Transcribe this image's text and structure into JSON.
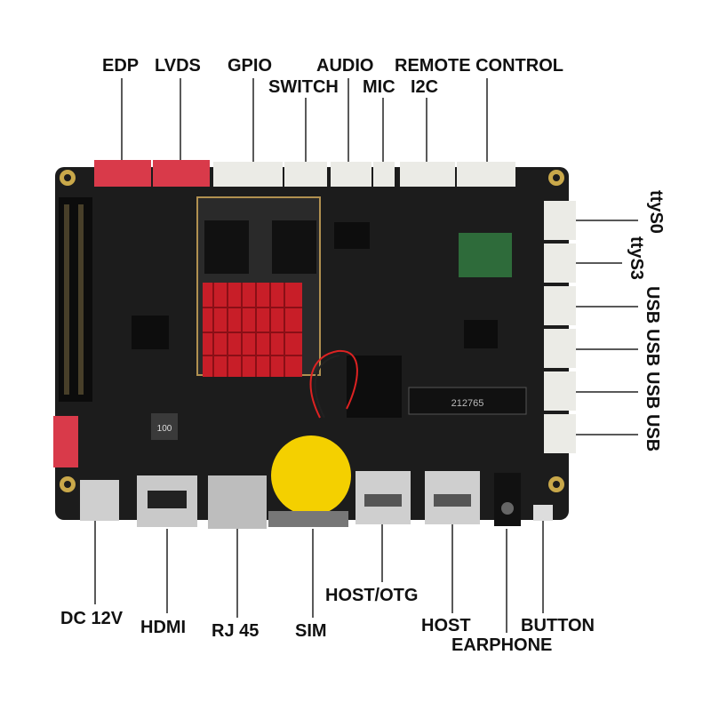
{
  "image": {
    "subject": "embedded single-board computer PCB with labeled ports and connectors",
    "colors": {
      "pcb": "#1c1c1c",
      "heatsink": "#c81e28",
      "connector_white": "#ebebe6",
      "connector_red": "#d93a4a",
      "coin_battery": "#f4d000",
      "label_text": "#111111",
      "leader_line": "#222222"
    }
  },
  "labels": {
    "top": {
      "edp": "EDP",
      "lvds": "LVDS",
      "gpio": "GPIO",
      "switch": "SWITCH",
      "audio": "AUDIO",
      "mic": "MIC",
      "i2c": "I2C",
      "remote_control": "REMOTE CONTROL"
    },
    "right": {
      "ttys0": "ttyS0",
      "ttys3": "ttyS3",
      "usb1": "USB",
      "usb2": "USB",
      "usb3": "USB",
      "usb4": "USB"
    },
    "bottom": {
      "dc12v": "DC 12V",
      "hdmi": "HDMI",
      "rj45": "RJ 45",
      "sim": "SIM",
      "host_otg": "HOST/OTG",
      "host": "HOST",
      "earphone": "EARPHONE",
      "button": "BUTTON"
    }
  },
  "board_markings": {
    "inductor": "100",
    "m2_slot": "212765"
  }
}
